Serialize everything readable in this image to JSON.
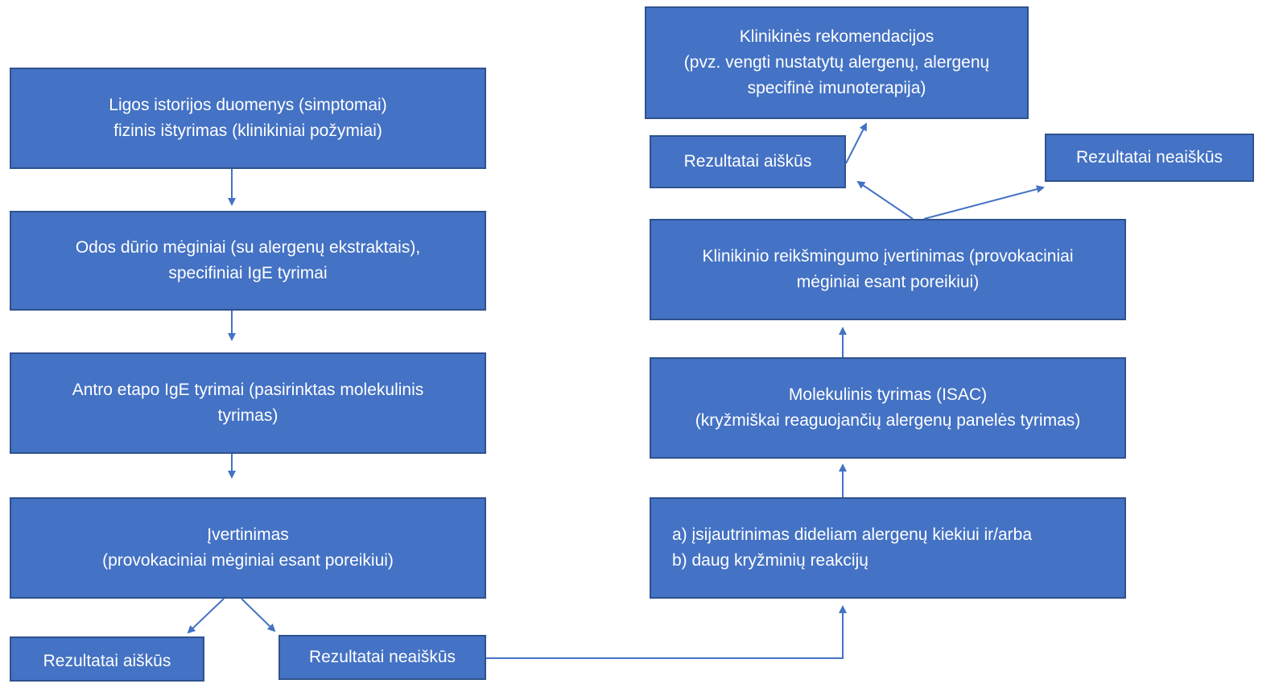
{
  "colors": {
    "box_fill": "#4472C4",
    "box_border": "#2F528F",
    "arrow": "#4472C4",
    "text": "#FFFFFF"
  },
  "left_flow": {
    "history": {
      "line1": "Ligos istorijos duomenys (simptomai)",
      "line2": "fizinis ištyrimas (klinikiniai požymiai)"
    },
    "skin_tests": {
      "line1": "Odos dūrio mėginiai (su alergenų ekstraktais),",
      "line2": "specifiniai IgE tyrimai"
    },
    "second_stage": {
      "line1": "Antro etapo IgE tyrimai (pasirinktas molekulinis",
      "line2": "tyrimas)"
    },
    "assessment": {
      "line1": "Įvertinimas",
      "line2": "(provokaciniai mėginiai esant poreikiui)"
    },
    "result_clear": "Rezultatai aiškūs",
    "result_unclear": "Rezultatai neaiškūs"
  },
  "right_flow": {
    "conditions": {
      "line1": "a) įsijautrinimas dideliam alergenų kiekiui ir/arba",
      "line2": "b) daug kryžminių reakcijų"
    },
    "molecular": {
      "line1": "Molekulinis tyrimas (ISAC)",
      "line2": "(kryžmiškai reaguojančių alergenų panelės tyrimas)"
    },
    "clinical_significance": {
      "line1": "Klinikinio reikšmingumo įvertinimas (provokaciniai",
      "line2": "mėginiai esant poreikiui)"
    },
    "result_clear": "Rezultatai aiškūs",
    "result_unclear": "Rezultatai neaiškūs",
    "recommendations": {
      "line1": "Klinikinės rekomendacijos",
      "line2": "(pvz. vengti nustatytų alergenų, alergenų",
      "line3": "specifinė imunoterapija)"
    }
  }
}
